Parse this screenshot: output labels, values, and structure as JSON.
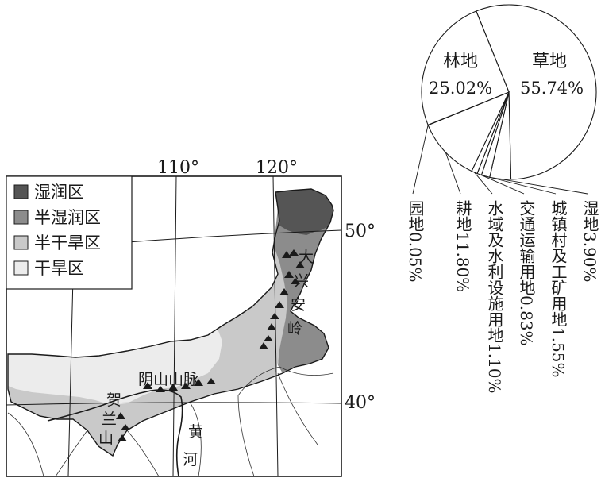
{
  "map": {
    "longitude_labels": [
      "110°",
      "120°"
    ],
    "latitude_labels": [
      "50°",
      "40°"
    ],
    "legend": [
      {
        "label": "湿润区",
        "color": "#555555"
      },
      {
        "label": "半湿润区",
        "color": "#8c8c8c"
      },
      {
        "label": "半干旱区",
        "color": "#c9c9c9"
      },
      {
        "label": "干旱区",
        "color": "#ececec"
      }
    ],
    "places": {
      "yinshan": "阴山山脉",
      "helan_1": "贺",
      "helan_2": "兰",
      "helan_3": "山",
      "huanghe_1": "黄",
      "huanghe_2": "河",
      "daxinganling_1": "大",
      "daxinganling_2": "兴",
      "daxinganling_3": "安",
      "daxinganling_4": "岭"
    }
  },
  "chart_data": {
    "type": "pie",
    "unit": "%",
    "slices": [
      {
        "name": "草地",
        "value": 55.74,
        "label": "55.74%"
      },
      {
        "name": "湿地",
        "value": 3.9,
        "label": "湿地3.90%"
      },
      {
        "name": "城镇村及工矿用地",
        "value": 1.55,
        "label": "城镇村及工矿用地1.55%"
      },
      {
        "name": "交通运输用地",
        "value": 0.83,
        "label": "交通运输用地0.83%"
      },
      {
        "name": "水域及水利设施用地",
        "value": 1.1,
        "label": "水域及水利设施用地1.10%"
      },
      {
        "name": "耕地",
        "value": 11.8,
        "label": "耕地11.80%"
      },
      {
        "name": "园地",
        "value": 0.05,
        "label": "园地0.05%"
      },
      {
        "name": "林地",
        "value": 25.02,
        "label": "25.02%"
      }
    ]
  }
}
